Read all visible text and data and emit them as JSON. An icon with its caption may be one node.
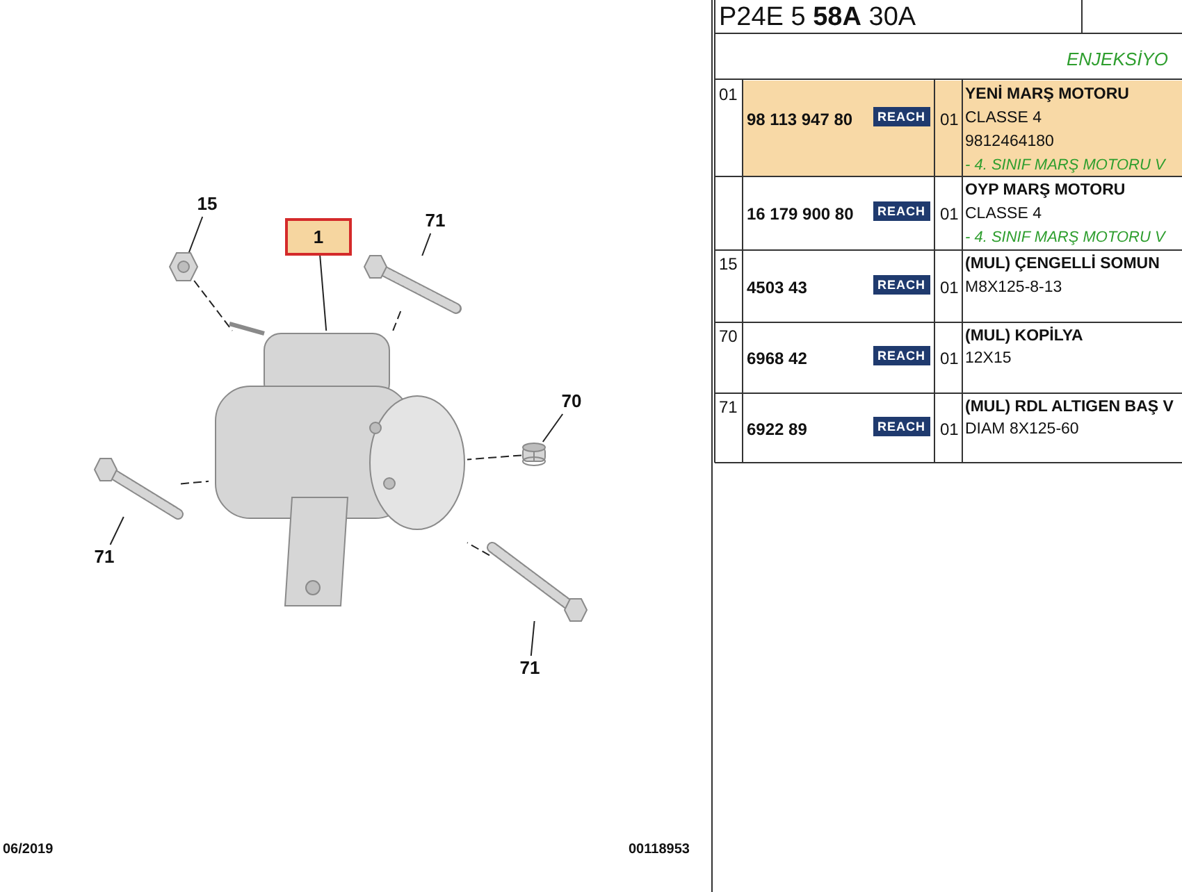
{
  "diagram": {
    "nodes": [
      {
        "text": [
          "15"
        ]
      },
      {
        "text": [],
        "shape": "picture"
      },
      {
        "text": [
          "1"
        ]
      },
      {
        "text": [],
        "shape": "picture"
      },
      {
        "text": [
          "71"
        ]
      },
      {
        "text": [],
        "shape": "picture"
      },
      {
        "text": [
          "70"
        ]
      },
      {
        "text": [],
        "shape": "picture"
      },
      {
        "text": [
          "71"
        ]
      },
      {
        "text": [],
        "shape": "picture"
      },
      {
        "text": [
          "71"
        ]
      },
      {
        "text": [],
        "shape": "picture"
      }
    ],
    "edges": [
      {
        "from": 0,
        "to": 1,
        "arrow": "none"
      },
      {
        "from": 2,
        "to": 3,
        "arrow": "none"
      },
      {
        "from": 4,
        "to": 5,
        "arrow": "none"
      },
      {
        "from": 6,
        "to": 7,
        "arrow": "none"
      },
      {
        "from": 8,
        "to": 9,
        "arrow": "none"
      },
      {
        "from": 10,
        "to": 11,
        "arrow": "none"
      },
      {
        "from": 1,
        "to": 3,
        "arrow": "none",
        "style": "dashed"
      },
      {
        "from": 5,
        "to": 3,
        "arrow": "none",
        "style": "dashed"
      },
      {
        "from": 7,
        "to": 3,
        "arrow": "none",
        "style": "dashed"
      },
      {
        "from": 9,
        "to": 3,
        "arrow": "none",
        "style": "dashed"
      },
      {
        "from": 11,
        "to": 3,
        "arrow": "none",
        "style": "dashed"
      }
    ],
    "labels": [
      "P24E 5 **58A** 30A",
      "ENJEKSİYO",
      "01",
      "98 113 947 80",
      "REACH",
      "01",
      "YENİ MARŞ MOTORU",
      "CLASSE 4",
      "9812464180",
      "- 4. SINIF MARŞ MOTORU V",
      "16 179 900 80",
      "REACH",
      "01",
      "OYP MARŞ MOTORU",
      "CLASSE 4",
      "- 4. SINIF MARŞ MOTORU V",
      "15",
      "4503 43",
      "REACH",
      "01",
      "(MUL) ÇENGELLİ SOMUN",
      "M8X125-8-13",
      "70",
      "6968 42",
      "REACH",
      "01",
      "(MUL) KOPİLYA",
      "12X15",
      "71",
      "6922 89",
      "REACH",
      "01",
      "(MUL) RDL ALTIGEN BAŞ V",
      "DIAM 8X125-60",
      "06/2019",
      "00118953"
    ]
  }
}
